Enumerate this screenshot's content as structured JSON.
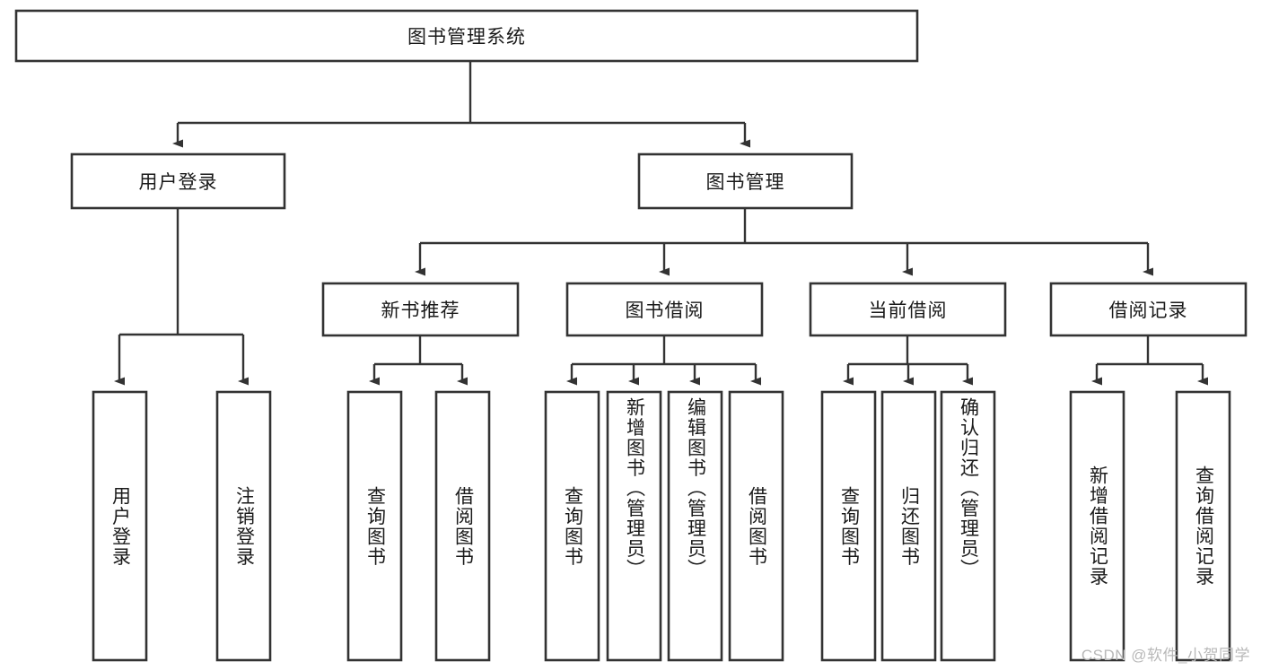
{
  "diagram": {
    "type": "tree",
    "title_node": "图书管理系统",
    "watermark": "CSDN @软件_小贺同学",
    "colors": {
      "box_stroke": "#333333",
      "box_fill": "#ffffff",
      "connector": "#333333",
      "text": "#1a1a1a",
      "watermark": "#b8b8b8",
      "background": "#ffffff"
    },
    "nodes": {
      "root": {
        "label": "图书管理系统"
      },
      "level1": [
        {
          "label": "用户登录"
        },
        {
          "label": "图书管理"
        }
      ],
      "level2": [
        {
          "label": "新书推荐"
        },
        {
          "label": "图书借阅"
        },
        {
          "label": "当前借阅"
        },
        {
          "label": "借阅记录"
        }
      ],
      "leaves": {
        "user_login": [
          {
            "label": "用户登录"
          },
          {
            "label": "注销登录"
          }
        ],
        "new_book_recommend": [
          {
            "label": "查询图书"
          },
          {
            "label": "借阅图书"
          }
        ],
        "book_borrow": [
          {
            "label": "查询图书"
          },
          {
            "label": "新增图书（管理员）"
          },
          {
            "label": "编辑图书（管理员）"
          },
          {
            "label": "借阅图书"
          }
        ],
        "current_borrow": [
          {
            "label": "查询图书"
          },
          {
            "label": "归还图书"
          },
          {
            "label": "确认归还（管理员）"
          }
        ],
        "borrow_record": [
          {
            "label": "新增借阅记录"
          },
          {
            "label": "查询借阅记录"
          }
        ]
      }
    }
  }
}
